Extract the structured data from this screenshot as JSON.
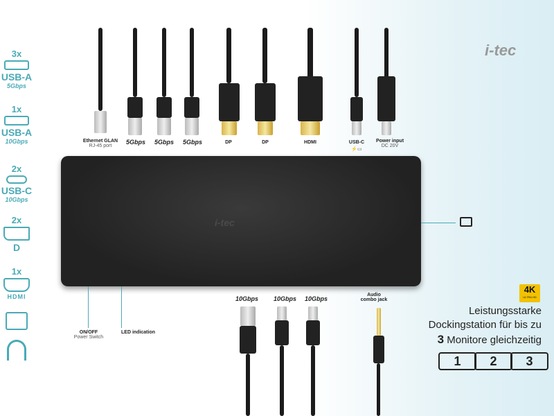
{
  "sidebar": [
    {
      "count": "3x",
      "name": "USB-A",
      "speed": "5Gbps",
      "icon": "usb-a-port-icon"
    },
    {
      "count": "1x",
      "name": "USB-A",
      "speed": "10Gbps",
      "icon": "usb-a-port-icon"
    },
    {
      "count": "2x",
      "name": "USB-C",
      "speed": "10Gbps",
      "icon": "usb-c-port-icon"
    },
    {
      "count": "2x",
      "name": "",
      "speed": "",
      "icon": "displayport-icon"
    },
    {
      "count": "1x",
      "name": "HDMI",
      "speed": "",
      "icon": "hdmi-port-icon"
    },
    {
      "icon": "ethernet-port-icon"
    },
    {
      "icon": "headset-icon"
    }
  ],
  "brand": "i-tec",
  "top_ports": [
    {
      "label": "Ethernet GLAN",
      "sub": "RJ-45 port"
    },
    {
      "label": "5Gbps"
    },
    {
      "label": "5Gbps"
    },
    {
      "label": "5Gbps"
    },
    {
      "label": "DP"
    },
    {
      "label": "DP"
    },
    {
      "label": "HDMI"
    },
    {
      "label": "USB-C"
    },
    {
      "label": "Power input",
      "sub": "DC 20V"
    }
  ],
  "bottom_ports": [
    {
      "label": "10Gbps"
    },
    {
      "label": "10Gbps"
    },
    {
      "label": "10Gbps"
    },
    {
      "label": "Audio combo jack"
    }
  ],
  "power_switch": {
    "label": "ON/OFF",
    "sub": "Power Switch"
  },
  "led": "LED indication",
  "badge_4k": {
    "main": "4K",
    "sub": "ULTRA HD"
  },
  "tagline": {
    "line1": "Leistungsstarke",
    "line2": "Dockingstation für bis zu",
    "num": "3",
    "line3": "Monitore gleichzeitig"
  },
  "monitors": [
    "1",
    "2",
    "3"
  ],
  "colors": {
    "accent": "#4aaab6",
    "dock": "#2a2a2a",
    "badge": "#f2c200"
  }
}
